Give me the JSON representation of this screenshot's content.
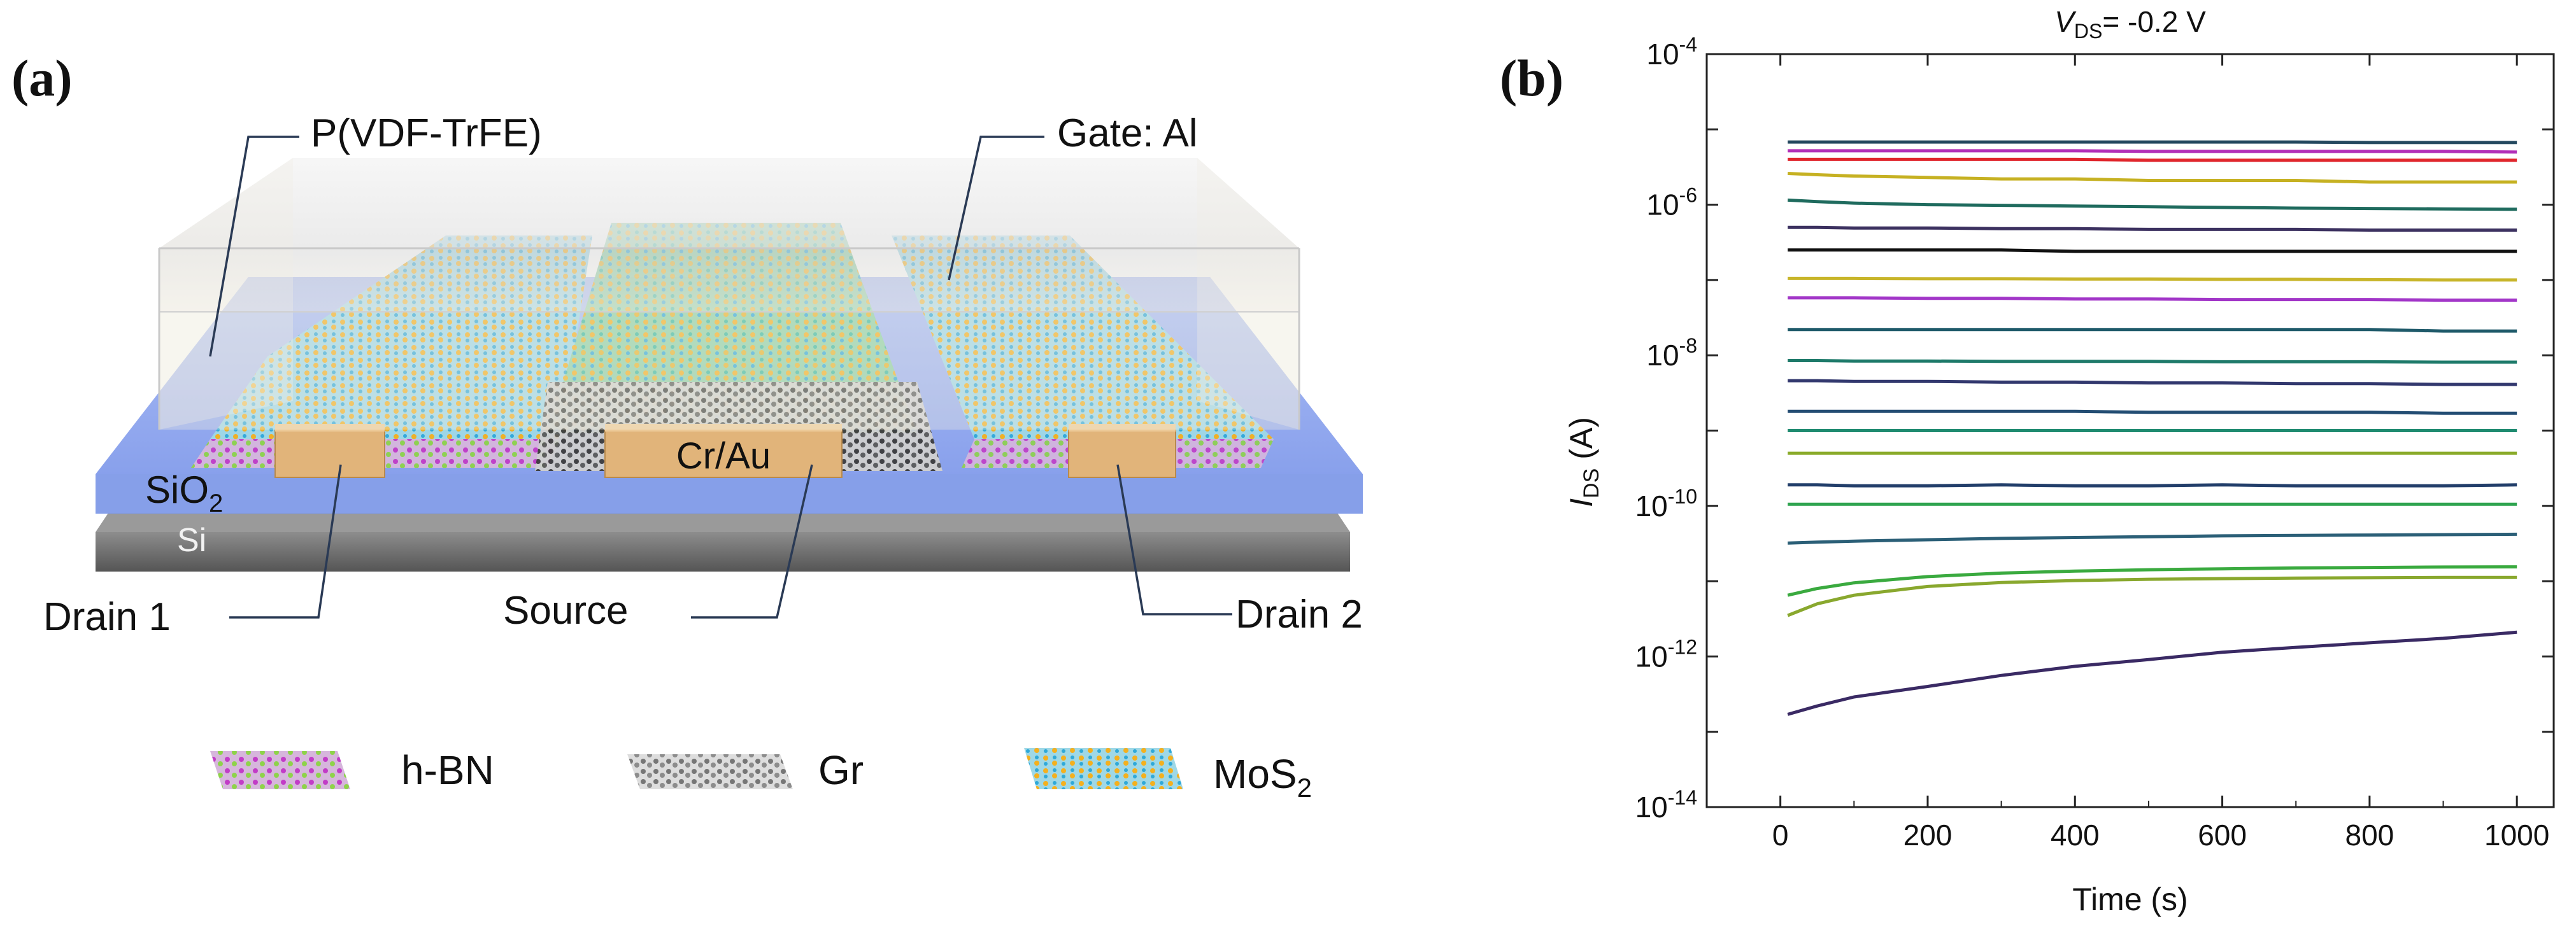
{
  "panel_a": {
    "label": "(a)",
    "callouts": {
      "polymer": "P(VDF-TrFE)",
      "gate": "Gate: Al",
      "sio2_main": "SiO",
      "sio2_sub": "2",
      "si": "Si",
      "electrode": "Cr/Au",
      "drain1": "Drain 1",
      "source": "Source",
      "drain2": "Drain 2"
    },
    "legend": [
      {
        "label": "h-BN",
        "sub": "",
        "icon": "hbn-lattice-icon"
      },
      {
        "label": "Gr",
        "sub": "",
        "icon": "graphene-lattice-icon"
      },
      {
        "label": "MoS",
        "sub": "2",
        "icon": "mos2-lattice-icon"
      }
    ],
    "colors": {
      "polymer": "#e9e6dc",
      "sio2": "#8aa6f2",
      "si": "#6e6e6e",
      "electrode": "#e1b47a",
      "hbn_b": "#c23cc7",
      "hbn_n": "#8ed34a",
      "graphene": "#4a4a4a",
      "mo": "#2fa9d9",
      "s": "#f4b01e"
    }
  },
  "panel_b": {
    "label": "(b)",
    "title_italic": "V",
    "title_sub": "DS",
    "title_rest": "= -0.2 V",
    "ylabel_italic": "I",
    "ylabel_sub": "DS",
    "ylabel_rest": " (A)",
    "xlabel": "Time (s)"
  },
  "chart_data": {
    "type": "line",
    "xlabel": "Time (s)",
    "ylabel": "I_DS (A)",
    "title": "V_DS= -0.2 V",
    "xlim": [
      -100,
      1050
    ],
    "ylim": [
      1e-14,
      0.0001
    ],
    "yscale": "log",
    "xticks": [
      0,
      200,
      400,
      600,
      800,
      1000
    ],
    "yticks": [
      {
        "value": 0.0001,
        "label_base": "10",
        "label_exp": "-4"
      },
      {
        "value": 1e-06,
        "label_base": "10",
        "label_exp": "-6"
      },
      {
        "value": 1e-08,
        "label_base": "10",
        "label_exp": "-8"
      },
      {
        "value": 1e-10,
        "label_base": "10",
        "label_exp": "-10"
      },
      {
        "value": 1e-12,
        "label_base": "10",
        "label_exp": "-12"
      },
      {
        "value": 1e-14,
        "label_base": "10",
        "label_exp": "-14"
      }
    ],
    "grid": false,
    "legend": "none",
    "x": [
      10,
      50,
      100,
      200,
      300,
      400,
      500,
      600,
      700,
      800,
      900,
      1000
    ],
    "series": [
      {
        "color": "#24485f",
        "values": [
          6.8e-06,
          6.8e-06,
          6.8e-06,
          6.8e-06,
          6.8e-06,
          6.8e-06,
          6.8e-06,
          6.8e-06,
          6.8e-06,
          6.7e-06,
          6.7e-06,
          6.7e-06
        ]
      },
      {
        "color": "#b22fb8",
        "values": [
          5.2e-06,
          5.2e-06,
          5.2e-06,
          5.2e-06,
          5.2e-06,
          5.2e-06,
          5.1e-06,
          5.1e-06,
          5.1e-06,
          5.1e-06,
          5.1e-06,
          5e-06
        ]
      },
      {
        "color": "#e0262c",
        "values": [
          4e-06,
          4e-06,
          4e-06,
          4e-06,
          4e-06,
          4e-06,
          3.9e-06,
          3.9e-06,
          3.9e-06,
          3.9e-06,
          3.9e-06,
          3.9e-06
        ]
      },
      {
        "color": "#c6b122",
        "values": [
          2.6e-06,
          2.5e-06,
          2.4e-06,
          2.3e-06,
          2.2e-06,
          2.2e-06,
          2.1e-06,
          2.1e-06,
          2.1e-06,
          2e-06,
          2e-06,
          2e-06
        ]
      },
      {
        "color": "#1f6b5e",
        "values": [
          1.15e-06,
          1.1e-06,
          1.05e-06,
          1e-06,
          9.8e-07,
          9.6e-07,
          9.4e-07,
          9.2e-07,
          9e-07,
          8.9e-07,
          8.8e-07,
          8.7e-07
        ]
      },
      {
        "color": "#3c3160",
        "values": [
          5e-07,
          5e-07,
          4.9e-07,
          4.9e-07,
          4.8e-07,
          4.8e-07,
          4.7e-07,
          4.7e-07,
          4.7e-07,
          4.6e-07,
          4.6e-07,
          4.6e-07
        ]
      },
      {
        "color": "#111111",
        "values": [
          2.5e-07,
          2.5e-07,
          2.5e-07,
          2.5e-07,
          2.5e-07,
          2.4e-07,
          2.4e-07,
          2.4e-07,
          2.4e-07,
          2.4e-07,
          2.4e-07,
          2.4e-07
        ]
      },
      {
        "color": "#c8b52a",
        "values": [
          1.05e-07,
          1.05e-07,
          1.05e-07,
          1.04e-07,
          1.04e-07,
          1.03e-07,
          1.03e-07,
          1.02e-07,
          1.02e-07,
          1.01e-07,
          1e-07,
          1e-07
        ]
      },
      {
        "color": "#a236c8",
        "values": [
          5.8e-08,
          5.8e-08,
          5.8e-08,
          5.7e-08,
          5.7e-08,
          5.6e-08,
          5.6e-08,
          5.5e-08,
          5.5e-08,
          5.5e-08,
          5.4e-08,
          5.4e-08
        ]
      },
      {
        "color": "#1f5a6a",
        "values": [
          2.2e-08,
          2.2e-08,
          2.2e-08,
          2.2e-08,
          2.2e-08,
          2.2e-08,
          2.2e-08,
          2.2e-08,
          2.2e-08,
          2.2e-08,
          2.1e-08,
          2.1e-08
        ]
      },
      {
        "color": "#1e7a6a",
        "values": [
          8.5e-09,
          8.5e-09,
          8.4e-09,
          8.4e-09,
          8.3e-09,
          8.3e-09,
          8.3e-09,
          8.2e-09,
          8.2e-09,
          8.2e-09,
          8.1e-09,
          8.1e-09
        ]
      },
      {
        "color": "#32386e",
        "values": [
          4.6e-09,
          4.6e-09,
          4.5e-09,
          4.5e-09,
          4.4e-09,
          4.4e-09,
          4.3e-09,
          4.3e-09,
          4.2e-09,
          4.2e-09,
          4.1e-09,
          4.1e-09
        ]
      },
      {
        "color": "#234d73",
        "values": [
          1.8e-09,
          1.8e-09,
          1.8e-09,
          1.8e-09,
          1.8e-09,
          1.8e-09,
          1.75e-09,
          1.75e-09,
          1.75e-09,
          1.75e-09,
          1.7e-09,
          1.7e-09
        ]
      },
      {
        "color": "#1f8b70",
        "values": [
          1e-09,
          1e-09,
          1e-09,
          1e-09,
          1e-09,
          1e-09,
          1e-09,
          1e-09,
          1e-09,
          1e-09,
          1e-09,
          1e-09
        ]
      },
      {
        "color": "#8aab2a",
        "values": [
          5e-10,
          5e-10,
          5e-10,
          5e-10,
          5e-10,
          5e-10,
          5e-10,
          5e-10,
          5e-10,
          5e-10,
          5e-10,
          5e-10
        ]
      },
      {
        "color": "#223e6a",
        "values": [
          1.9e-10,
          1.9e-10,
          1.85e-10,
          1.85e-10,
          1.9e-10,
          1.85e-10,
          1.85e-10,
          1.9e-10,
          1.85e-10,
          1.85e-10,
          1.85e-10,
          1.9e-10
        ]
      },
      {
        "color": "#2ea44f",
        "values": [
          1.05e-10,
          1.05e-10,
          1.05e-10,
          1.05e-10,
          1.05e-10,
          1.05e-10,
          1.05e-10,
          1.05e-10,
          1.05e-10,
          1.05e-10,
          1.05e-10,
          1.05e-10
        ]
      },
      {
        "color": "#2b5f77",
        "values": [
          3.2e-11,
          3.3e-11,
          3.4e-11,
          3.55e-11,
          3.7e-11,
          3.8e-11,
          3.9e-11,
          4e-11,
          4.05e-11,
          4.1e-11,
          4.15e-11,
          4.2e-11
        ]
      },
      {
        "color": "#3aaa3f",
        "values": [
          6.5e-12,
          8e-12,
          9.5e-12,
          1.15e-11,
          1.28e-11,
          1.36e-11,
          1.42e-11,
          1.46e-11,
          1.5e-11,
          1.52e-11,
          1.54e-11,
          1.55e-11
        ]
      },
      {
        "color": "#89a82e",
        "values": [
          3.5e-12,
          5e-12,
          6.5e-12,
          8.5e-12,
          9.6e-12,
          1.02e-11,
          1.06e-11,
          1.08e-11,
          1.1e-11,
          1.11e-11,
          1.12e-11,
          1.12e-11
        ]
      },
      {
        "color": "#3a2a64",
        "values": [
          1.7e-13,
          2.2e-13,
          2.9e-13,
          4e-13,
          5.6e-13,
          7.4e-13,
          9.1e-13,
          1.14e-12,
          1.32e-12,
          1.52e-12,
          1.74e-12,
          2.1e-12
        ]
      }
    ]
  }
}
